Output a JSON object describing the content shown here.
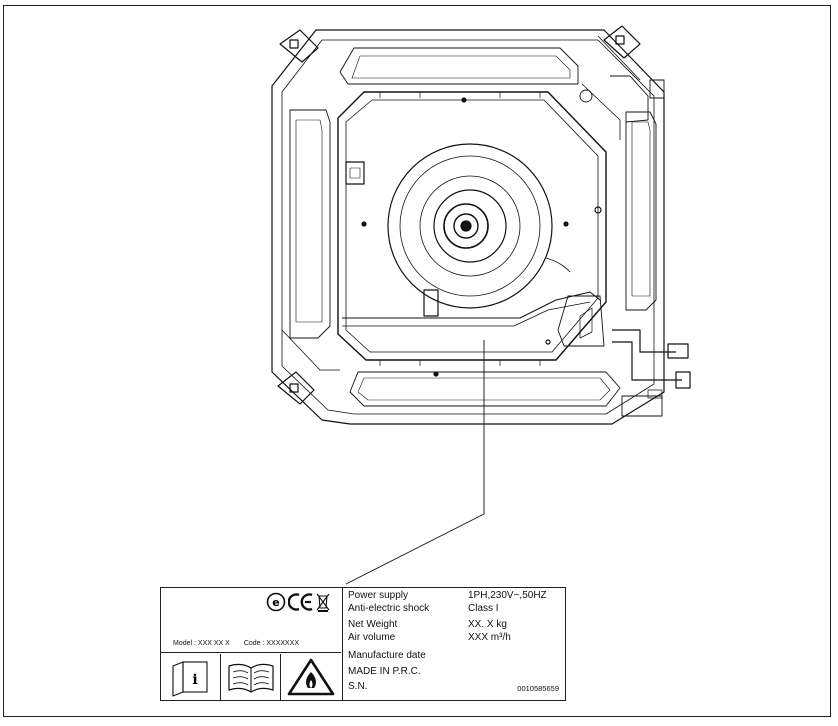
{
  "diagram": {
    "subject": "ceiling cassette indoor unit, top view",
    "leader": "label location pointer"
  },
  "nameplate": {
    "marks": [
      "e-mark",
      "CE",
      "WEEE"
    ],
    "model_label": "Model : XXX XX X",
    "code_label": "Code : XXXXXXX",
    "icons": [
      "manual-info-icon",
      "read-manual-icon",
      "flammable-warning-icon"
    ],
    "info_glyph": "i",
    "rows": [
      {
        "label": "Power supply",
        "value": "1PH,230V~,50HZ"
      },
      {
        "label": "Anti-electric shock",
        "value": "Class I"
      },
      {
        "label": "Net Weight",
        "value": "XX. X kg"
      },
      {
        "label": "Air volume",
        "value": "XXX m³/h"
      },
      {
        "label": "Manufacture date",
        "value": ""
      },
      {
        "label": "MADE IN P.R.C.",
        "value": ""
      },
      {
        "label": "S.N.",
        "value": ""
      }
    ],
    "serial": "0010585659"
  }
}
